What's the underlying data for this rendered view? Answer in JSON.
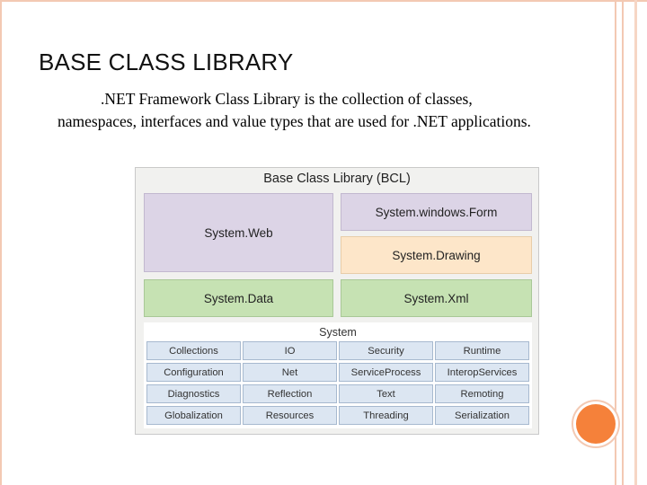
{
  "slide": {
    "title": "BASE CLASS LIBRARY",
    "description_line1": ".NET Framework Class Library is the collection of classes,",
    "description_line2": "namespaces, interfaces and value types that are used for .NET applications."
  },
  "diagram": {
    "title": "Base Class Library (BCL)",
    "web": "System.Web",
    "windows_form": "System.windows.Form",
    "drawing": "System.Drawing",
    "data": "System.Data",
    "xml": "System.Xml",
    "system": {
      "label": "System",
      "cells": [
        "Collections",
        "IO",
        "Security",
        "Runtime",
        "Configuration",
        "Net",
        "ServiceProcess",
        "InteropServices",
        "Diagnostics",
        "Reflection",
        "Text",
        "Remoting",
        "Globalization",
        "Resources",
        "Threading",
        "Serialization"
      ]
    },
    "colors": {
      "web_form": "#dcd4e6",
      "drawing": "#fde6c9",
      "data_xml": "#c6e2b3",
      "system_cells": "#dce6f2",
      "accent_dot": "#f5813a",
      "frame": "#f3c9b3"
    }
  }
}
